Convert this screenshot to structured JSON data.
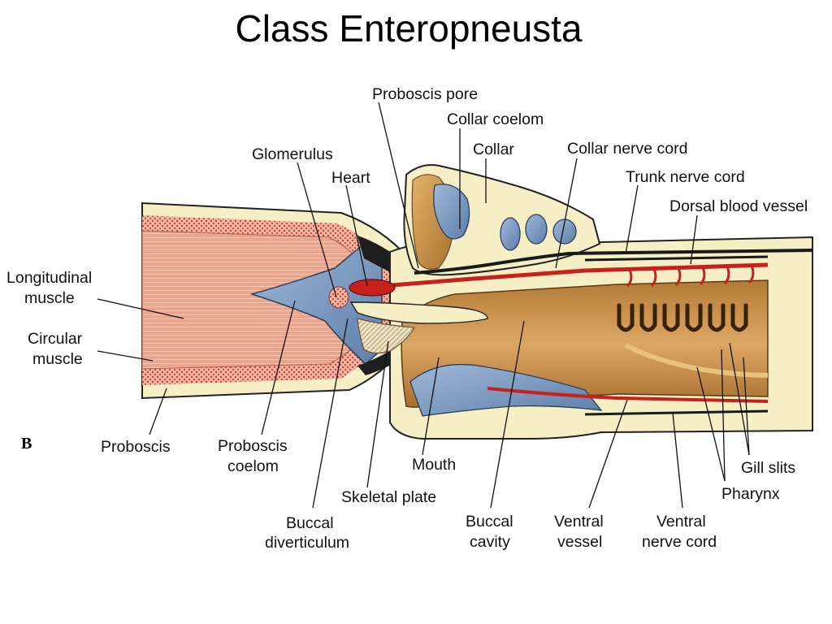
{
  "title": "Class Enteropneusta",
  "panel_letter": "B",
  "labels": {
    "proboscis_pore": "Proboscis pore",
    "collar_coelom": "Collar coelom",
    "collar": "Collar",
    "collar_nerve_cord": "Collar nerve cord",
    "glomerulus": "Glomerulus",
    "heart": "Heart",
    "trunk_nerve_cord": "Trunk nerve cord",
    "dorsal_blood_vessel": "Dorsal blood vessel",
    "longitudinal_muscle": [
      "Longitudinal",
      "muscle"
    ],
    "circular_muscle": [
      "Circular",
      "muscle"
    ],
    "proboscis": "Proboscis",
    "proboscis_coelom": [
      "Proboscis",
      "coelom"
    ],
    "mouth": "Mouth",
    "skeletal_plate": "Skeletal plate",
    "gill_slits": "Gill slits",
    "pharynx": "Pharynx",
    "buccal_diverticulum": [
      "Buccal",
      "diverticulum"
    ],
    "buccal_cavity": [
      "Buccal",
      "cavity"
    ],
    "ventral_vessel": [
      "Ventral",
      "vessel"
    ],
    "ventral_nerve_cord": [
      "Ventral",
      "nerve cord"
    ]
  },
  "colors": {
    "epidermis": "#f6efc6",
    "muscle": "#e9a48a",
    "circular_muscle": "#e47f6b",
    "coelom": "#7d9dc4",
    "gut": "#c98f45",
    "blood": "#c8201c",
    "nerve": "#1a1a1a"
  }
}
